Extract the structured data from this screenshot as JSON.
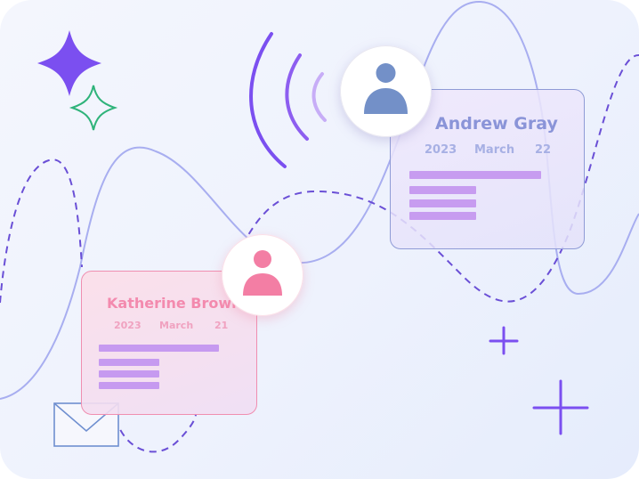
{
  "cards": [
    {
      "name": "Andrew Gray",
      "year": "2023",
      "month": "March",
      "day": "22",
      "accent": "#8a94d8"
    },
    {
      "name": "Katherine Brown",
      "year": "2023",
      "month": "March",
      "day": "21",
      "accent": "#f38aae"
    }
  ],
  "icons": [
    "sparkle-star-icon",
    "outline-diamond-icon",
    "wireless-signal-icon",
    "user-avatar-icon",
    "envelope-icon",
    "plus-icon"
  ],
  "colors": {
    "primary_purple": "#7b4ff0",
    "avatar_blue": "#7390c8",
    "avatar_pink": "#f37ea4",
    "curve_lavender": "#a8aef0",
    "dash_purple": "#6a4fd6"
  }
}
